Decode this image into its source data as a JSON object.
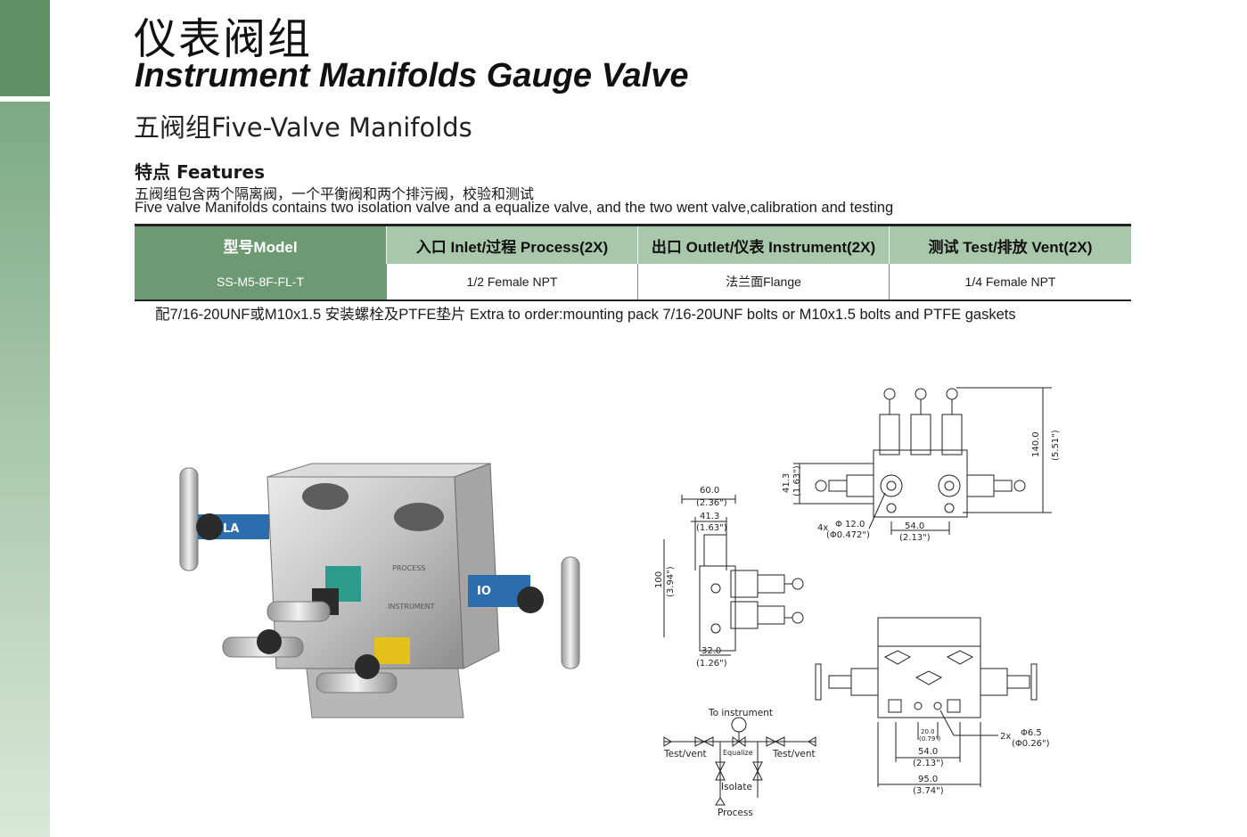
{
  "header": {
    "title_cn": "仪表阀组",
    "title_en": "Instrument  Manifolds Gauge Valve",
    "subtitle": "五阀组Five-Valve Manifolds"
  },
  "features": {
    "title": "特点 Features",
    "text_cn": "五阀组包含两个隔离阀，一个平衡阀和两个排污阀，校验和测试",
    "text_en": "Five valve Manifolds contains two isolation valve and a equalize valve, and the two went valve,calibration and testing"
  },
  "table": {
    "headers": [
      "型号Model",
      "入口 Inlet/过程 Process(2X)",
      "出口 Outlet/仪表 Instrument(2X)",
      "测试 Test/排放 Vent(2X)"
    ],
    "rows": [
      [
        "SS-M5-8F-FL-T",
        "1/2  Female NPT",
        "法兰面Flange",
        "1/4 Female NPT"
      ]
    ]
  },
  "extra_note": "配7/16-20UNF或M10x1.5 安装螺栓及PTFE垫片  Extra to order:mounting pack 7/16-20UNF bolts or M10x1.5 bolts and PTFE gaskets",
  "photo": {
    "plate": [
      "PROCESS",
      "INSTRUMENT"
    ],
    "handle_labels": [
      "LA",
      "IO"
    ]
  },
  "drawing": {
    "dims": {
      "d140": "140.0",
      "d140in": "(5.51\")",
      "d41a": "41.3",
      "d41ain": "(1.63\")",
      "d60": "60.0",
      "d60in": "(2.36\")",
      "d41b": "41.3",
      "d41bin": "(1.63\")",
      "d100": "100",
      "d100in": "(3.94\")",
      "d32": "32.0",
      "d32in": "(1.26\")",
      "hole4": "4x",
      "hole12": "Φ 12.0",
      "hole12in": "(Φ0.472\")",
      "d54a": "54.0",
      "d54ain": "(2.13\")",
      "d20": "20.0",
      "d20in": "(0.79\")",
      "d54b": "54.0",
      "d54bin": "(2.13\")",
      "d95": "95.0",
      "d95in": "(3.74\")",
      "hole2": "2x",
      "hole65": "Φ6.5",
      "hole65in": "(Φ0.26\")"
    },
    "schematic": {
      "to_instrument": "To instrument",
      "test_left": "Test/vent",
      "test_right": "Test/vent",
      "equalize": "Equalize",
      "isolate": "Isolate",
      "process": "Process"
    }
  }
}
